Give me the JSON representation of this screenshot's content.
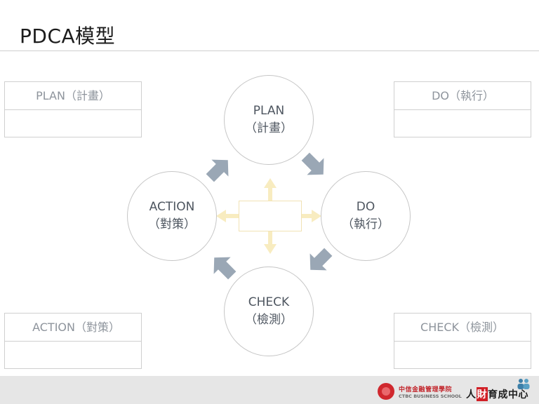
{
  "header": {
    "title": "PDCA模型"
  },
  "side_boxes": {
    "plan": "PLAN（計畫）",
    "do": "DO（執行）",
    "action": "ACTION（對策）",
    "check": "CHECK（檢測）"
  },
  "cycle": {
    "plan": {
      "name": "PLAN",
      "sub": "（計畫）"
    },
    "do": {
      "name": "DO",
      "sub": "（執行）"
    },
    "check": {
      "name": "CHECK",
      "sub": "（檢測）"
    },
    "action": {
      "name": "ACTION",
      "sub": "（對策）"
    }
  },
  "footer": {
    "school_cn": "中信金融管理學院",
    "school_en": "CTBC BUSINESS SCHOOL",
    "center_pre": "人",
    "center_highlight": "財",
    "center_post": "育成中心"
  },
  "colors": {
    "arrow": "#9aa7b5",
    "center_arrow": "#f8ecc0",
    "brand_red": "#d0282e"
  },
  "icons": [
    "ctbc-logo-icon",
    "people-icon"
  ]
}
